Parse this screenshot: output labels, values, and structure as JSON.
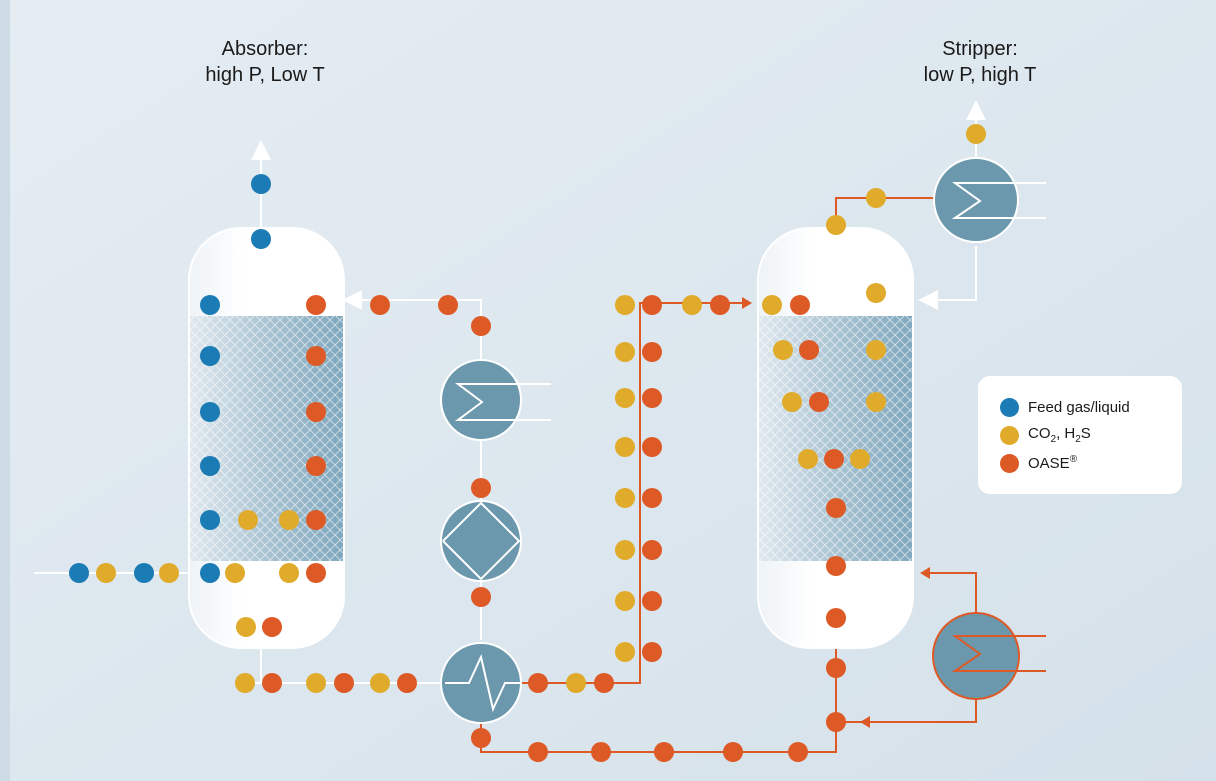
{
  "absorber_title": {
    "line1": "Absorber:",
    "line2": "high P, Low T"
  },
  "stripper_title": {
    "line1": "Stripper:",
    "line2": "low P, high T"
  },
  "legend": {
    "feed": {
      "label": "Feed gas/liquid",
      "color": "#1b7bb4"
    },
    "co2h2s": {
      "label_pre": "CO",
      "label_sub1": "2",
      "label_mid": ", H",
      "label_sub2": "2",
      "label_post": "S",
      "color": "#e0ab2b"
    },
    "oase": {
      "label": "OASE",
      "label_sup": "®",
      "color": "#dd5a26"
    }
  },
  "colors": {
    "background": "#dbe6ee",
    "vessel_fill": "#ffffff",
    "packing": "#7fa7bd",
    "equipment": "#6b98ad",
    "oase_line": "#dd5a26",
    "white_line": "#ffffff"
  }
}
